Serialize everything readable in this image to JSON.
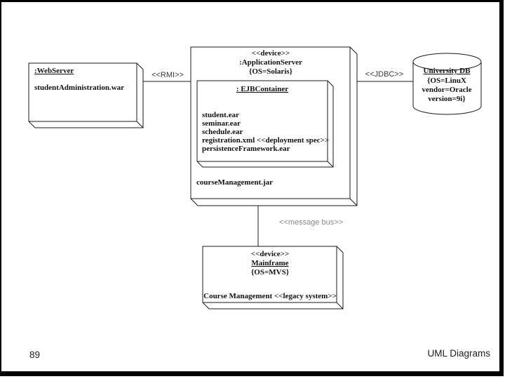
{
  "footer": {
    "page_number": "89",
    "footer_title": "UML Diagrams"
  },
  "colors": {
    "line": "#1a1a1a",
    "muted_label": "#8a8a8a",
    "background": "#ffffff"
  },
  "diagram": {
    "type": "uml-deployment-diagram",
    "connectors": {
      "rmi_label": "<<RMI>>",
      "jdbc_label": "<<JDBC>>",
      "message_bus_label": "<<message bus>>"
    },
    "web_server": {
      "title": ":WebServer",
      "artifact": "studentAdministration.war"
    },
    "app_server": {
      "stereotype": "<<device>>",
      "title": ":ApplicationServer",
      "property": "{OS=Solaris}",
      "artifact": "courseManagement.jar"
    },
    "ejb_container": {
      "title": ": EJBContainer",
      "artifacts": [
        "student.ear",
        "seminar.ear",
        "schedule.ear",
        "registration.xml <<deployment spec>>",
        "persistenceFramework.ear"
      ]
    },
    "database": {
      "title": "University DB",
      "properties": [
        "{OS=LinuX",
        "vendor=Oracle",
        "version=9i}"
      ]
    },
    "mainframe": {
      "stereotype": "<<device>>",
      "title": "Mainframe",
      "property": "{OS=MVS}",
      "artifact": "Course Management <<legacy system>>"
    }
  }
}
